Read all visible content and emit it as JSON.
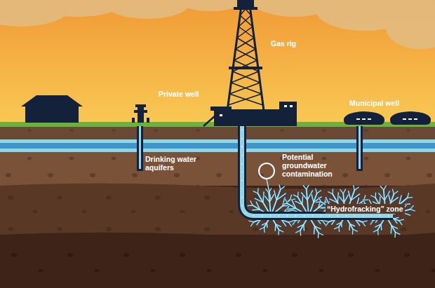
{
  "diagram": {
    "labels": [
      "Gas rig",
      "Private well",
      "Municipal well",
      "Drinking water aquifers",
      "Potential groundwater contamination",
      "“Hydrofracking” zone"
    ]
  }
}
